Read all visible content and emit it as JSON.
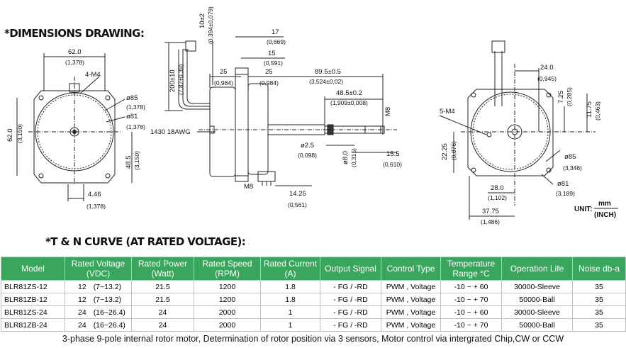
{
  "headings": {
    "dimensions": "*DIMENSIONS DRAWING:",
    "tn_curve": "*T & N CURVE (AT RATED VOLTAGE):"
  },
  "front_view": {
    "width_mm": "62.0",
    "width_in": "(1,378)",
    "mount": "4-M4",
    "dia85": "ø85",
    "dia85_in": "(1,378)",
    "dia81": "ø81",
    "dia81_in": "(1,378)",
    "height_mm": "62.0",
    "height_in": "(3,150)",
    "h485": "48.5",
    "h485_in": "(3,150)",
    "off446": "4.46",
    "off446_in": "(1,378)"
  },
  "side_view": {
    "d10": "10±2",
    "d10_in": "(0,394±0,079)",
    "d17": "17",
    "d17_in": "(0,669)",
    "d15": "15",
    "d15_in": "(0,591)",
    "d200": "200±10",
    "d200_in": "(7,87±0,39)",
    "d25a": "25",
    "d25a_in": "(0,984)",
    "d25b": "25",
    "d25b_in": "(0,984)",
    "d895": "89.5±0.5",
    "d895_in": "(3,524±0,02)",
    "d485": "48.5±0.2",
    "d485_in": "(1,909±0,008)",
    "m8_right": "M8",
    "wire": "1430 18AWG",
    "d25": "ø2.5",
    "d25_in": "(0,098)",
    "d8": "ø8.0",
    "d8_in": "(0,315)",
    "d155": "15.5",
    "d155_in": "(0,610)",
    "m8_bottom": "M8",
    "d1425": "14.25",
    "d1425_in": "(0,561)"
  },
  "rear_view": {
    "d24": "24.0",
    "d24_in": "(0,945)",
    "d725": "7.25",
    "d725_in": "(0,285)",
    "d1175": "11.75",
    "d1175_in": "(0,463)",
    "mount": "5-M4",
    "d2225": "22.25",
    "d2225_in": "(0,876)",
    "dia85": "ø85",
    "dia85_in": "(3,346)",
    "d28": "28.0",
    "d28_in": "(1,102)",
    "dia81": "ø81",
    "dia81_in": "(3,189)",
    "d3775": "37.75",
    "d3775_in": "(1,486)",
    "unit_label": "UNIT:",
    "unit_mm": "mm",
    "unit_inch": "(INCH)"
  },
  "table": {
    "headers": [
      "Model",
      "Rated Voltage (VDC)",
      "Rated Power (Watt)",
      "Rated Speed (RPM)",
      "Rated Current (A)",
      "Output Signal",
      "Control Type",
      "Temperature Range °C",
      "Operation Life",
      "Noise db-a"
    ],
    "rows": [
      {
        "model": "BLR81ZS-12",
        "voltage": "12",
        "range": "(7~13.2)",
        "power": "21.5",
        "speed": "1200",
        "current": "1.8",
        "output": "- FG / -RD",
        "control": "PWM , Voltage",
        "temp": "-10 ~ + 60",
        "life": "30000-Sleeve",
        "noise": "35"
      },
      {
        "model": "BLR81ZB-12",
        "voltage": "12",
        "range": "(7~13.2)",
        "power": "21.5",
        "speed": "1200",
        "current": "1.8",
        "output": "- FG / -RD",
        "control": "PWM , Voltage",
        "temp": "-10 ~ + 70",
        "life": "50000-Ball",
        "noise": "35"
      },
      {
        "model": "BLR81ZS-24",
        "voltage": "24",
        "range": "(16~26.4)",
        "power": "24",
        "speed": "2000",
        "current": "1",
        "output": "- FG / -RD",
        "control": "PWM , Voltage",
        "temp": "-10 ~ + 60",
        "life": "30000-Sleeve",
        "noise": "35"
      },
      {
        "model": "BLR81ZB-24",
        "voltage": "24",
        "range": "(16~26.4)",
        "power": "24",
        "speed": "2000",
        "current": "1",
        "output": "- FG / -RD",
        "control": "PWM , Voltage",
        "temp": "-10 ~ + 70",
        "life": "50000-Ball",
        "noise": "35"
      }
    ]
  },
  "footnote": "3-phase 9-pole internal rotor motor, Determination of rotor position via 3 sensors, Motor control via intergrated Chip,CW or CCW"
}
